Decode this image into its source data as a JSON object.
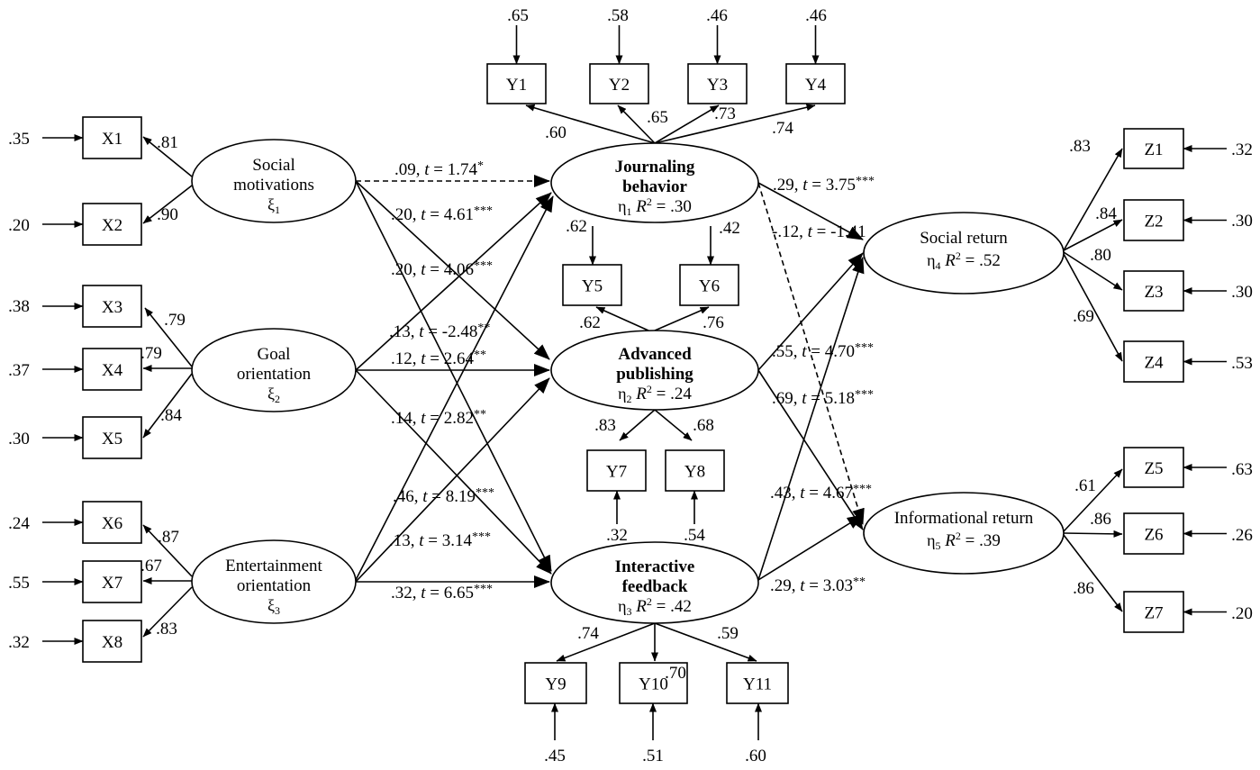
{
  "latents": {
    "social_motivations": {
      "line1": "Social",
      "line2": "motivations",
      "sym": "ξ",
      "sub": "1"
    },
    "goal_orientation": {
      "line1": "Goal",
      "line2": "orientation",
      "sym": "ξ",
      "sub": "2"
    },
    "entertainment_orientation": {
      "line1": "Entertainment",
      "line2": "orientation",
      "sym": "ξ",
      "sub": "3"
    },
    "journaling_behavior": {
      "line1": "Journaling",
      "line2": "behavior",
      "sym": "η",
      "sub": "1",
      "r2_label": "R",
      "r2_value": " = .30"
    },
    "advanced_publishing": {
      "line1": "Advanced",
      "line2": "publishing",
      "sym": "η",
      "sub": "2",
      "r2_label": "R",
      "r2_value": " = .24"
    },
    "interactive_feedback": {
      "line1": "Interactive",
      "line2": "feedback",
      "sym": "η",
      "sub": "3",
      "r2_label": "R",
      "r2_value": " = .42"
    },
    "social_return": {
      "line1": "Social return",
      "sym": "η",
      "sub": "4",
      "r2_label": "R",
      "r2_value": " = .52"
    },
    "informational_return": {
      "line1": "Informational return",
      "sym": "η",
      "sub": "5",
      "r2_label": "R",
      "r2_value": " = .39"
    }
  },
  "indicators": [
    {
      "id": "X1",
      "label": "X1",
      "error": ".35",
      "loading": ".81"
    },
    {
      "id": "X2",
      "label": "X2",
      "error": ".20",
      "loading": ".90"
    },
    {
      "id": "X3",
      "label": "X3",
      "error": ".38",
      "loading": ".79"
    },
    {
      "id": "X4",
      "label": "X4",
      "error": ".37",
      "loading": ".79"
    },
    {
      "id": "X5",
      "label": "X5",
      "error": ".30",
      "loading": ".84"
    },
    {
      "id": "X6",
      "label": "X6",
      "error": ".24",
      "loading": ".87"
    },
    {
      "id": "X7",
      "label": "X7",
      "error": ".55",
      "loading": ".67"
    },
    {
      "id": "X8",
      "label": "X8",
      "error": ".32",
      "loading": ".83"
    },
    {
      "id": "Y1",
      "label": "Y1",
      "error": ".65",
      "loading": ".60"
    },
    {
      "id": "Y2",
      "label": "Y2",
      "error": ".58",
      "loading": ".65"
    },
    {
      "id": "Y3",
      "label": "Y3",
      "error": ".46",
      "loading": ".73"
    },
    {
      "id": "Y4",
      "label": "Y4",
      "error": ".46",
      "loading": ".74"
    },
    {
      "id": "Y5",
      "label": "Y5",
      "error": ".62",
      "loading": ".62"
    },
    {
      "id": "Y6",
      "label": "Y6",
      "error": ".42",
      "loading": ".76"
    },
    {
      "id": "Y7",
      "label": "Y7",
      "error": ".32",
      "loading": ".83"
    },
    {
      "id": "Y8",
      "label": "Y8",
      "error": ".54",
      "loading": ".68"
    },
    {
      "id": "Y9",
      "label": "Y9",
      "error": ".45",
      "loading": ".74"
    },
    {
      "id": "Y10",
      "label": "Y10",
      "error": ".51",
      "loading": ".70"
    },
    {
      "id": "Y11",
      "label": "Y11",
      "error": ".60",
      "loading": ".59"
    },
    {
      "id": "Z1",
      "label": "Z1",
      "error": ".32",
      "loading": ".83"
    },
    {
      "id": "Z2",
      "label": "Z2",
      "error": ".30",
      "loading": ".84"
    },
    {
      "id": "Z3",
      "label": "Z3",
      "error": ".30",
      "loading": ".80"
    },
    {
      "id": "Z4",
      "label": "Z4",
      "error": ".53",
      "loading": ".69"
    },
    {
      "id": "Z5",
      "label": "Z5",
      "error": ".63",
      "loading": ".61"
    },
    {
      "id": "Z6",
      "label": "Z6",
      "error": ".26",
      "loading": ".86"
    },
    {
      "id": "Z7",
      "label": "Z7",
      "error": ".20",
      "loading": ".86"
    }
  ],
  "paths": [
    {
      "from": "Social motivations",
      "to": "Journaling behavior",
      "coef": ".09",
      "t": "1.74",
      "sig": "*",
      "significant": false
    },
    {
      "from": "Social motivations",
      "to": "Advanced publishing",
      "coef": ".20",
      "t": "4.61",
      "sig": "***",
      "significant": true
    },
    {
      "from": "Social motivations",
      "to": "Interactive feedback",
      "coef": ".20",
      "t": "4.06",
      "sig": "***",
      "significant": true
    },
    {
      "from": "Goal orientation",
      "to": "Journaling behavior",
      "coef": ".13",
      "t": "-2.48",
      "sig": "**",
      "significant": true
    },
    {
      "from": "Goal orientation",
      "to": "Advanced publishing",
      "coef": ".12",
      "t": "2.64",
      "sig": "**",
      "significant": true
    },
    {
      "from": "Goal orientation",
      "to": "Interactive feedback",
      "coef": ".14",
      "t": "2.82",
      "sig": "**",
      "significant": true
    },
    {
      "from": "Entertainment orientation",
      "to": "Journaling behavior",
      "coef": ".46",
      "t": "8.19",
      "sig": "***",
      "significant": true
    },
    {
      "from": "Entertainment orientation",
      "to": "Advanced publishing",
      "coef": ".13",
      "t": "3.14",
      "sig": "***",
      "significant": true
    },
    {
      "from": "Entertainment orientation",
      "to": "Interactive feedback",
      "coef": ".32",
      "t": "6.65",
      "sig": "***",
      "significant": true
    },
    {
      "from": "Journaling behavior",
      "to": "Social return",
      "coef": ".29",
      "t": "3.75",
      "sig": "***",
      "significant": true
    },
    {
      "from": "Journaling behavior",
      "to": "Informational return",
      "coef": "-.12",
      "t": "-1.41",
      "sig": "",
      "significant": false
    },
    {
      "from": "Advanced publishing",
      "to": "Social return",
      "coef": ".55",
      "t": "4.70",
      "sig": "***",
      "significant": true
    },
    {
      "from": "Advanced publishing",
      "to": "Informational return",
      "coef": ".69",
      "t": "5.18",
      "sig": "***",
      "significant": true
    },
    {
      "from": "Interactive feedback",
      "to": "Social return",
      "coef": ".43",
      "t": "4.67",
      "sig": "***",
      "significant": true
    },
    {
      "from": "Interactive feedback",
      "to": "Informational return",
      "coef": ".29",
      "t": "3.03",
      "sig": "**",
      "significant": true
    }
  ],
  "path_t_symbol": "t",
  "path_t_eq": " = "
}
